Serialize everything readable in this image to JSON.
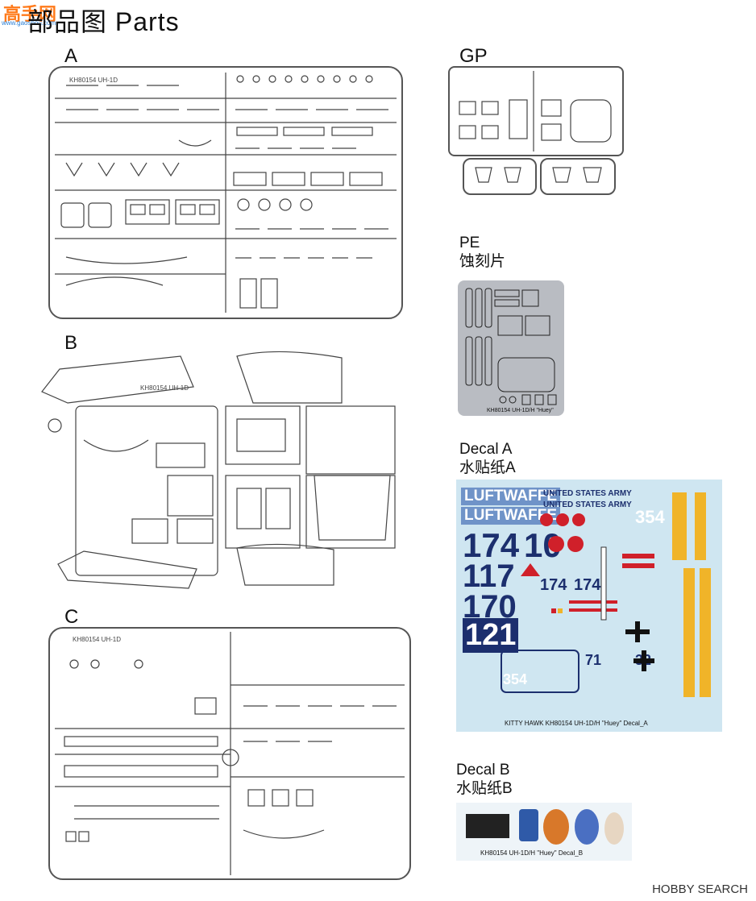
{
  "page": {
    "title": "部品图 Parts",
    "watermark": {
      "text": "高手网",
      "sub": "www.gaoshou.com"
    },
    "footer_logo": "HOBBY SEARCH"
  },
  "sprues": {
    "A": {
      "label": "A",
      "code": "KH80154 UH-1D"
    },
    "B": {
      "label": "B",
      "code": "KH80154 UH-1D"
    },
    "C": {
      "label": "C",
      "code": "KH80154 UH-1D"
    },
    "GP": {
      "label": "GP"
    }
  },
  "pe": {
    "label": "PE",
    "label_cn": "蚀刻片",
    "code": "KH80154  UH-1D/H  \"Huey\""
  },
  "decal_a": {
    "label": "Decal A",
    "label_cn": "水贴纸A",
    "luftwaffe": "LUFTWAFFE",
    "army": "UNITED STATES ARMY",
    "n1": "174",
    "n2": "10",
    "n3": "117",
    "n4": "170",
    "n5": "121",
    "n6": "174",
    "n7": "174",
    "n8": "354",
    "n9": "354",
    "n10": "71",
    "n11": "32",
    "footer": "KITTY HAWK   KH80154   UH-1D/H  \"Huey\"  Decal_A",
    "colors": {
      "bg": "#cfe6f1",
      "text": "#1c2f6e",
      "red": "#d0202a",
      "yellow": "#f0b429"
    }
  },
  "decal_b": {
    "label": "Decal B",
    "label_cn": "水贴纸B",
    "footer": "KH80154   UH-1D/H  \"Huey\"   Decal_B"
  }
}
